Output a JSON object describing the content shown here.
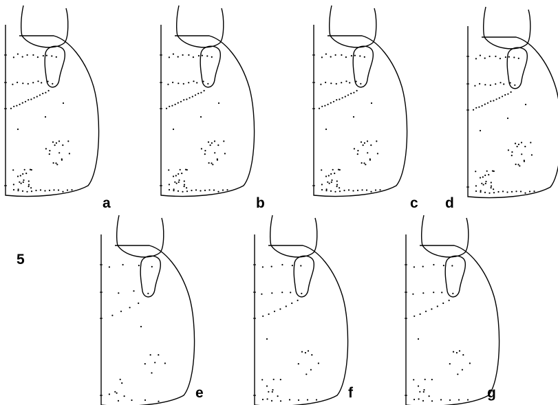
{
  "figure": {
    "figure_number": "5",
    "panels": [
      {
        "label": "a",
        "dot_density": 1.0
      },
      {
        "label": "b",
        "dot_density": 1.0
      },
      {
        "label": "c",
        "dot_density": 0.85
      },
      {
        "label": "d",
        "dot_density": 0.85
      },
      {
        "label": "e",
        "dot_density": 0.35
      },
      {
        "label": "f",
        "dot_density": 0.45
      },
      {
        "label": "g",
        "dot_density": 0.5
      }
    ]
  }
}
